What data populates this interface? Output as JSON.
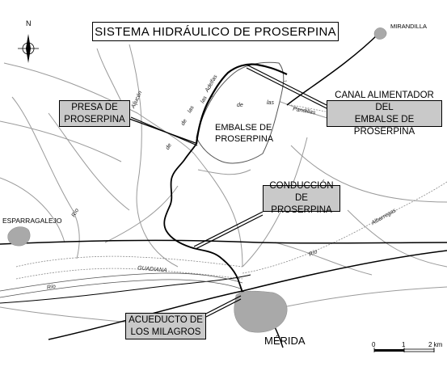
{
  "map": {
    "title": "SISTEMA HIDRÁULICO DE PROSERPINA",
    "north": "N",
    "callouts": {
      "presa": [
        "PRESA DE",
        "PROSERPINA"
      ],
      "canal": [
        "CANAL ALIMENTADOR DEL",
        "EMBALSE DE PROSERPINA"
      ],
      "conduccion": [
        "CONDUCCIÓN",
        "DE PROSERPINA"
      ],
      "acueducto": [
        "ACUEDUCTO DE",
        "LOS MILAGROS"
      ]
    },
    "places": {
      "mirandilla": "MIRANDILLA",
      "esparragalejo": "ESPARRAGALEJO",
      "merida": "MÉRIDA",
      "embalse": [
        "EMBALSE DE",
        "PROSERPINA"
      ]
    },
    "rivers": {
      "guadiana": "GUADIANA",
      "rio_guadiana": "Río",
      "rio_albarregas": "Río",
      "albarregas": "Albarregas",
      "rio_esparragalejo": "Río",
      "aljucen": "Aljucén",
      "de": "de",
      "las": "las",
      "adelfas": "Adelfas",
      "arroyo_de": "de",
      "arroyo_las": "las",
      "pandillas": "Pandillas",
      "de_margin": "de",
      "las_margin": "las"
    },
    "scale": {
      "ticks": [
        "0",
        "1",
        "2 km"
      ]
    },
    "colors": {
      "callout_fill": "#c9c9c9",
      "town_fill": "#a9a9a9",
      "line": "#000000"
    }
  }
}
